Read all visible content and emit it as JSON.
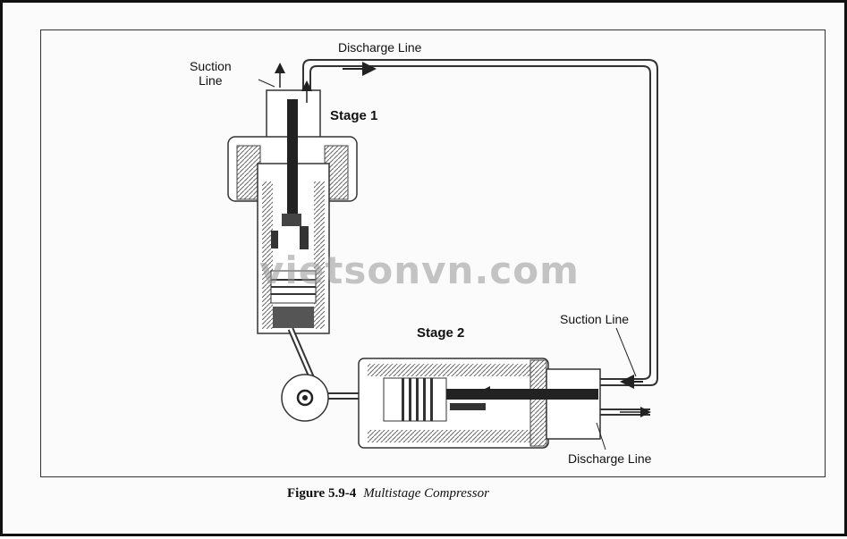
{
  "diagram": {
    "labels": {
      "suction_line_top": "Suction\nLine",
      "discharge_line_top": "Discharge Line",
      "stage_1": "Stage 1",
      "stage_2": "Stage 2",
      "suction_line_right": "Suction Line",
      "discharge_line_bottom": "Discharge Line"
    },
    "watermark": "vietsonvn.com"
  },
  "caption": {
    "number": "Figure 5.9-4",
    "title": "Multistage Compressor"
  }
}
